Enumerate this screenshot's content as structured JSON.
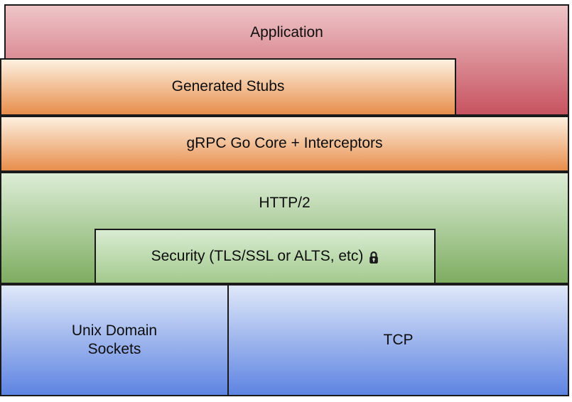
{
  "blocks": {
    "application": {
      "label": "Application"
    },
    "generated_stubs": {
      "label": "Generated Stubs"
    },
    "grpc_core": {
      "label": "gRPC Go Core + Interceptors"
    },
    "http2": {
      "label": "HTTP/2"
    },
    "security": {
      "label": "Security (TLS/SSL or ALTS, etc)",
      "icon": "lock-icon"
    },
    "unix_domain_sockets": {
      "label": "Unix Domain Sockets"
    },
    "tcp": {
      "label": "TCP"
    }
  },
  "colors": {
    "red_top": "#eec5c8",
    "red_bottom": "#c75360",
    "orange_top": "#fdf0e0",
    "orange_bottom": "#e78e4b",
    "green_top": "#dcedd6",
    "green_bottom": "#7ead61",
    "security_green_top": "#d9ecd3",
    "security_green_bottom": "#a3ca8d",
    "blue_top": "#dfe8f9",
    "blue_bottom": "#5e84e2",
    "border": "#1a1a1a",
    "text": "#0d0d0d"
  }
}
